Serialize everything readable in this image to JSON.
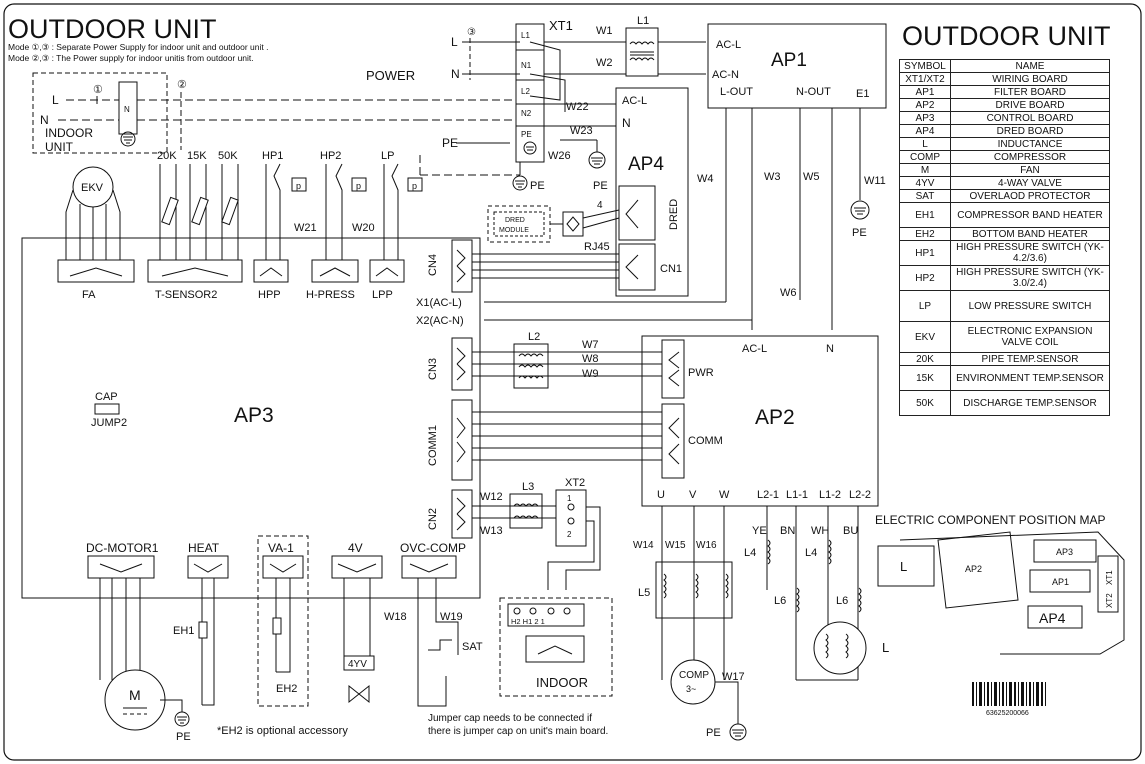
{
  "title_left": "OUTDOOR UNIT",
  "title_right": "OUTDOOR UNIT",
  "mode_lines": [
    "Mode ①,③ :  Separate Power Supply for indoor unit and outdoor unit .",
    "Mode ②,③ :  The Power supply for indoor unitis from outdoor unit."
  ],
  "labels": {
    "power": "POWER",
    "indoor_unit_1": "INDOOR",
    "indoor_unit_2": "UNIT",
    "xt1": "XT1",
    "xt2": "XT2",
    "ap1": "AP1",
    "ap2": "AP2",
    "ap3": "AP3",
    "ap4": "AP4",
    "l1": "L1",
    "l2": "L2",
    "l3": "L3",
    "l4a": "L4",
    "l4b": "L4",
    "l5": "L5",
    "l6a": "L6",
    "l6b": "L6",
    "ekv": "EKV",
    "fa": "FA",
    "t_sensor2": "T-SENSOR2",
    "hpp": "HPP",
    "h_press": "H-PRESS",
    "lpp": "LPP",
    "hp1": "HP1",
    "hp2": "HP2",
    "lp": "LP",
    "t20k": "20K",
    "t15k": "15K",
    "t50k": "50K",
    "cap": "CAP",
    "jump2": "JUMP2",
    "cn4": "CN4",
    "cn3": "CN3",
    "cn2": "CN2",
    "cn1": "CN1",
    "comm1": "COMM1",
    "pwr": "PWR",
    "comm": "COMM",
    "dred": "DRED",
    "dred_module_1": "DRED",
    "dred_module_2": "MODULE",
    "rj45": "RJ45",
    "x1": "X1(AC-L)",
    "x2": "X2(AC-N)",
    "ac_l_in": "AC-L",
    "ac_n_in": "AC-N",
    "l_out": "L-OUT",
    "n_out": "N-OUT",
    "e1": "E1",
    "ap4_ac_l": "AC-L",
    "ap4_n": "N",
    "ap2_ac_l": "AC-L",
    "ap2_n": "N",
    "u": "U",
    "v": "V",
    "w": "W",
    "l2_1": "L2-1",
    "l1_1": "L1-1",
    "l1_2": "L1-2",
    "l2_2": "L2-2",
    "ye": "YE",
    "bn": "BN",
    "wh": "WH",
    "bu": "BU",
    "dc_motor1": "DC-MOTOR1",
    "heat": "HEAT",
    "va1": "VA-1",
    "fourv": "4V",
    "ovc_comp": "OVC-COMP",
    "eh1": "EH1",
    "eh2": "EH2",
    "fouryv": "4YV",
    "sat": "SAT",
    "m": "M",
    "comp": "COMP",
    "indoor": "INDOOR",
    "l_motor": "L",
    "pe": "PE",
    "term_l": "L",
    "term_n": "N",
    "term_pe": "PE",
    "xt1_l1": "L1",
    "xt1_n1": "N1",
    "xt1_l2": "L2",
    "xt1_n2": "N2",
    "xt1_pe": "PE",
    "xt2_1": "1",
    "xt2_2": "2",
    "indoor_terms": "H2 H1  2   1",
    "mode1": "①",
    "mode2": "②",
    "mode3": "③",
    "eh2_note": "*EH2 is optional accessory",
    "jumper_note_1": "Jumper cap needs to be connected if",
    "jumper_note_2": "there is jumper cap on unit's main board.",
    "position_map_title": "ELECTRIC COMPONENT POSITION MAP",
    "map_l": "L",
    "map_ap2": "AP2",
    "map_ap3": "AP3",
    "map_ap1": "AP1",
    "map_ap4": "AP4",
    "map_xt1": "XT1",
    "map_xt2": "XT2",
    "barcode": "63625200066"
  },
  "wires": {
    "w1": "W1",
    "w2": "W2",
    "w3": "W3",
    "w4": "W4",
    "w5": "W5",
    "w6": "W6",
    "w7": "W7",
    "w8": "W8",
    "w9": "W9",
    "w11": "W11",
    "w12": "W12",
    "w13": "W13",
    "w14": "W14",
    "w15": "W15",
    "w16": "W16",
    "w17": "W17",
    "w18": "W18",
    "w19": "W19",
    "w20": "W20",
    "w21": "W21",
    "w22": "W22",
    "w23": "W23",
    "w26": "W26",
    "four": "4"
  },
  "symbol_table": {
    "header": [
      "SYMBOL",
      "NAME"
    ],
    "rows": [
      [
        "XT1/XT2",
        "WIRING BOARD"
      ],
      [
        "AP1",
        "FILTER BOARD"
      ],
      [
        "AP2",
        "DRIVE BOARD"
      ],
      [
        "AP3",
        "CONTROL BOARD"
      ],
      [
        "AP4",
        "DRED BOARD"
      ],
      [
        "L",
        "INDUCTANCE"
      ],
      [
        "COMP",
        "COMPRESSOR"
      ],
      [
        "M",
        "FAN"
      ],
      [
        "4YV",
        "4-WAY VALVE"
      ],
      [
        "SAT",
        "OVERLAOD PROTECTOR"
      ],
      [
        "EH1",
        "COMPRESSOR BAND HEATER"
      ],
      [
        "EH2",
        "BOTTOM BAND HEATER"
      ],
      [
        "HP1",
        "HIGH PRESSURE SWITCH (YK-4.2/3.6)"
      ],
      [
        "HP2",
        "HIGH PRESSURE SWITCH (YK-3.0/2.4)"
      ],
      [
        "LP",
        "LOW PRESSURE SWITCH"
      ],
      [
        "EKV",
        "ELECTRONIC EXPANSION VALVE COIL"
      ],
      [
        "20K",
        "PIPE TEMP.SENSOR"
      ],
      [
        "15K",
        "ENVIRONMENT TEMP.SENSOR"
      ],
      [
        "50K",
        "DISCHARGE TEMP.SENSOR"
      ]
    ]
  }
}
